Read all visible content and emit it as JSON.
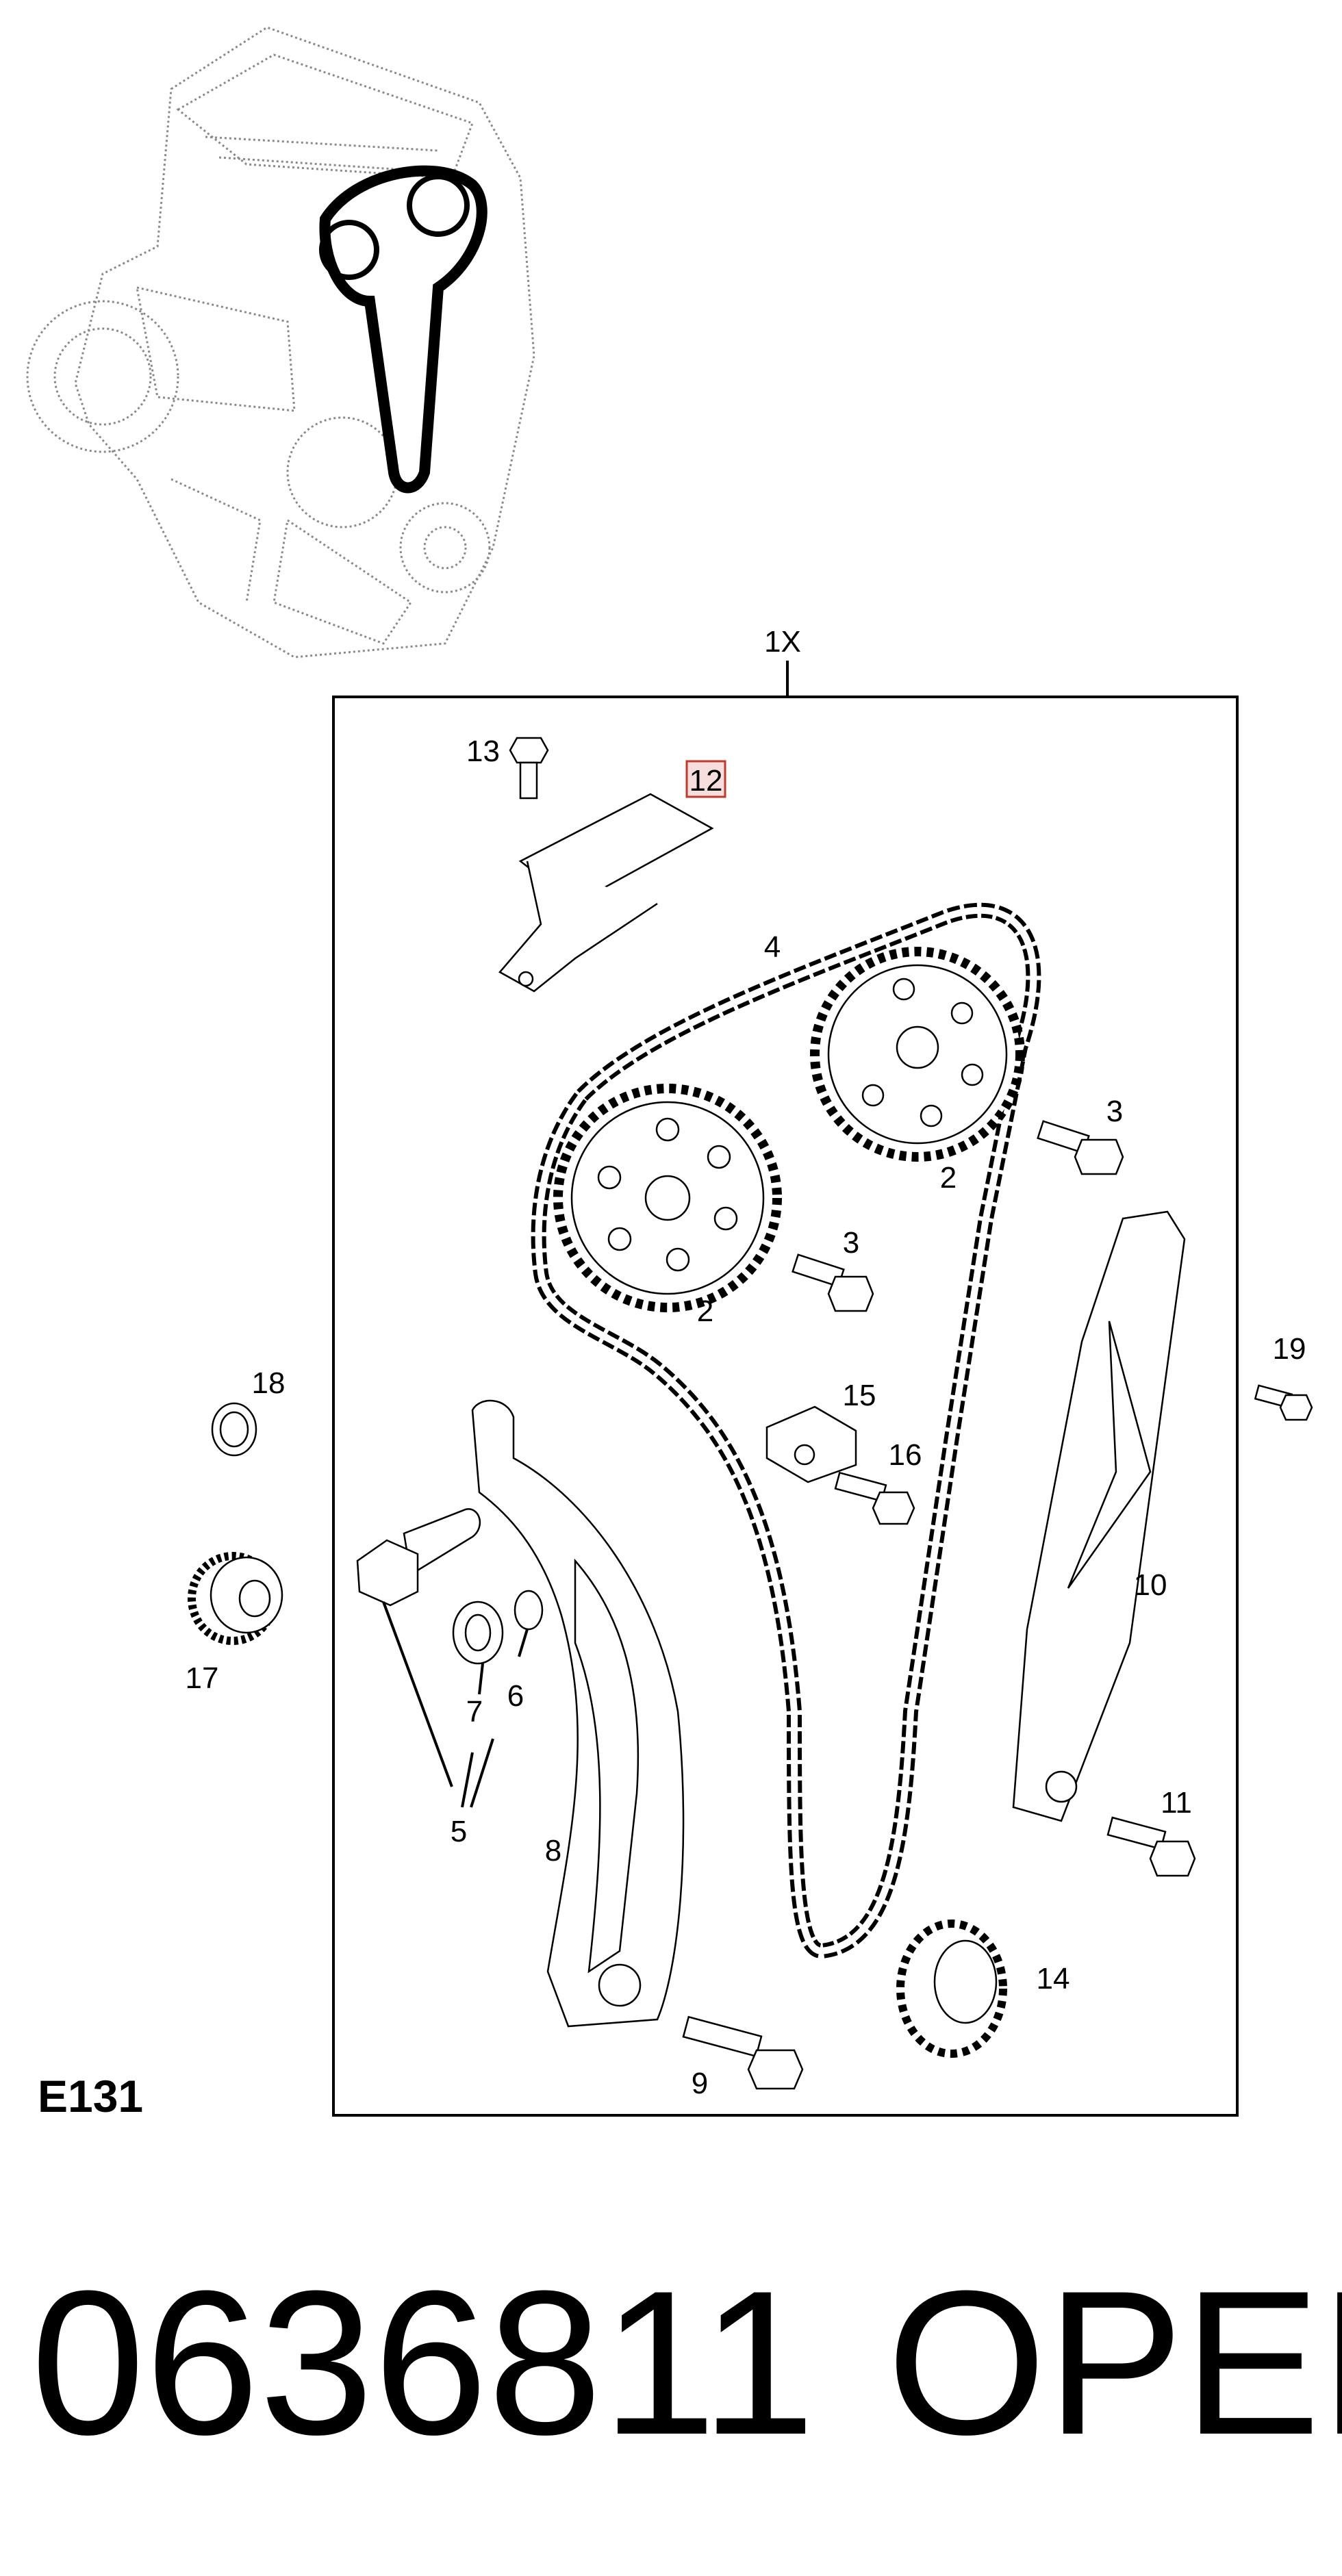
{
  "set": {
    "label": "1X"
  },
  "section_code": "E131",
  "part_number": "0636811",
  "brand": "OPEL",
  "highlight_color": "#c0392b",
  "highlight_fill": "#f7dede",
  "callouts": {
    "c2a": "2",
    "c2b": "2",
    "c3a": "3",
    "c3b": "3",
    "c4": "4",
    "c5": "5",
    "c6": "6",
    "c7": "7",
    "c8": "8",
    "c9": "9",
    "c10": "10",
    "c11": "11",
    "c12": "12",
    "c13": "13",
    "c14": "14",
    "c15": "15",
    "c16": "16",
    "c17": "17",
    "c18": "18",
    "c19": "19"
  }
}
